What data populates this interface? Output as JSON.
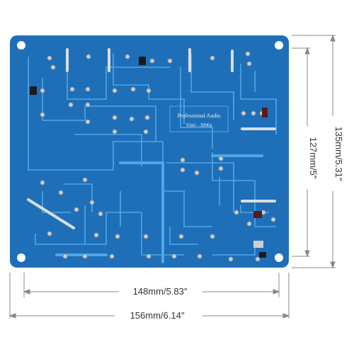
{
  "board": {
    "silkscreen_line1": "Professional Audio",
    "silkscreen_line2": "Vimi - 3006a",
    "board_color": "#1f6fb8",
    "trace_color": "#4ea7e6",
    "pad_color": "#c9ced3"
  },
  "dimensions": {
    "inner_width": "148mm/5.83″",
    "outer_width": "156mm/6.14″",
    "inner_height": "127mm/5″",
    "outer_height": "135mm/5.31″",
    "line_color": "#888888"
  }
}
